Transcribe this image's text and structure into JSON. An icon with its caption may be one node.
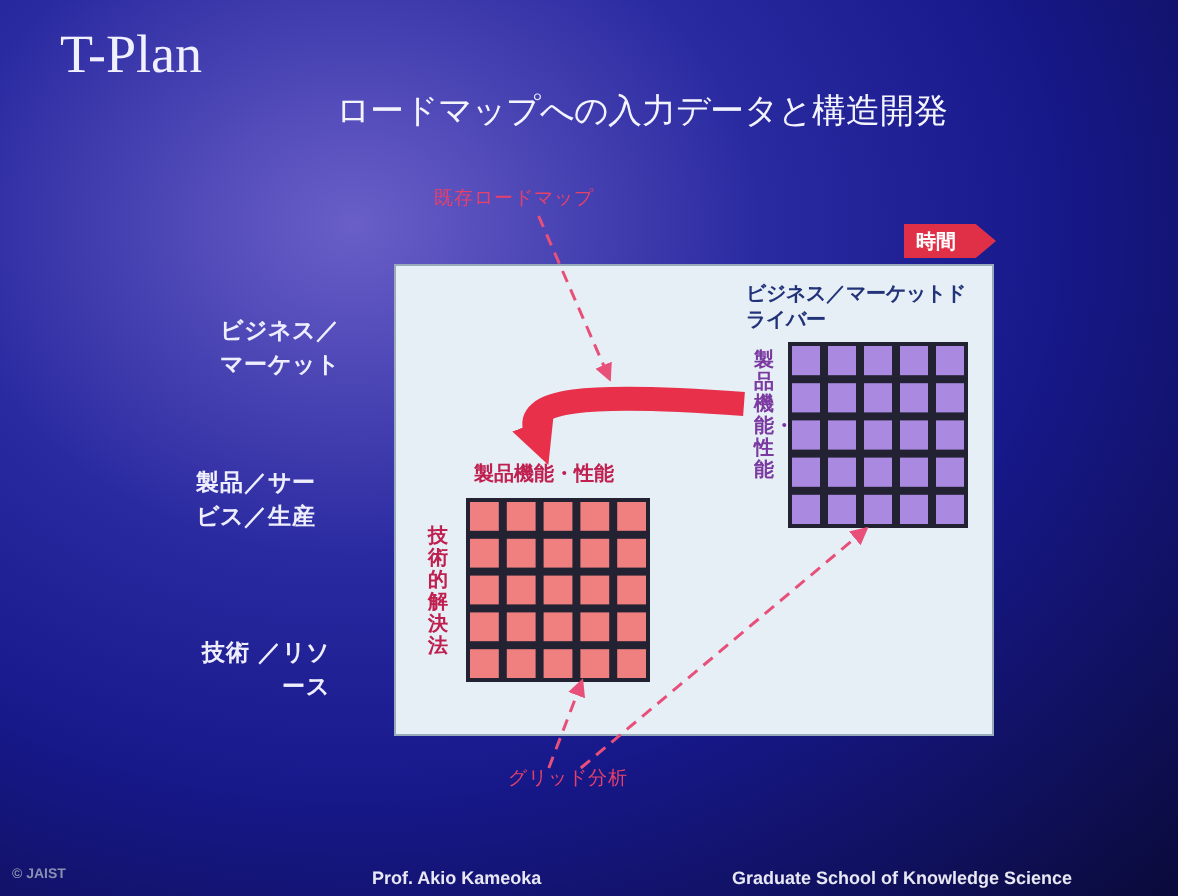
{
  "diagram": {
    "title": "T-Plan",
    "nodes": [
      {
        "text": [
          "既存ロードマップ"
        ]
      },
      {
        "text": [],
        "shape": "box"
      },
      {
        "text": [
          "ビジネス／マーケットドライバー",
          "製品機能・性能"
        ],
        "in": 1
      },
      {
        "text": [
          "製品機能・性能",
          "技術的解決法"
        ],
        "in": 1
      },
      {
        "text": [
          "グリッド分析"
        ]
      },
      {
        "text": [
          "時間"
        ]
      }
    ],
    "edges": [
      {
        "from": 0,
        "to": null,
        "arrow": "to",
        "style": "dashed"
      },
      {
        "from": 2,
        "to": 3,
        "arrow": "to",
        "style": "thick",
        "color": "#e8304a"
      },
      {
        "from": 4,
        "to": 3,
        "arrow": "to",
        "style": "dashed"
      },
      {
        "from": 4,
        "to": 2,
        "arrow": "to",
        "style": "dashed"
      }
    ],
    "labels": [
      "ロードマップへの入力データと構造開発",
      "ビジネス／マーケット",
      "製品／サービス／生産",
      "技術 ／リソース",
      "© JAIST",
      "Prof. Akio Kameoka",
      "Graduate School of Knowledge Science"
    ]
  }
}
